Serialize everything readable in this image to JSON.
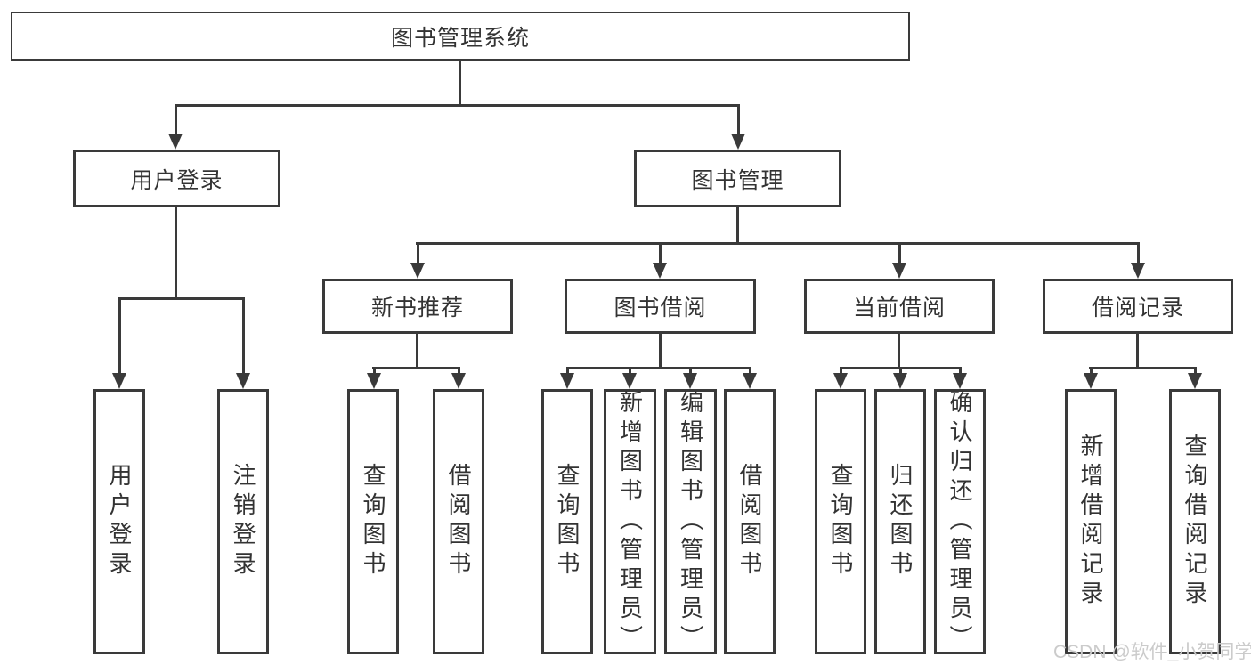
{
  "watermark": "CSDN @软件_小贺同学",
  "colors": {
    "line": "#3a3a3a",
    "text": "#333333",
    "watermark": "#cbcbcb",
    "background": "#ffffff"
  },
  "tree": {
    "root": {
      "label": "图书管理系统"
    },
    "nodes": [
      {
        "label": "用户登录",
        "children": [
          {
            "label": "用户登录"
          },
          {
            "label": "注销登录"
          }
        ]
      },
      {
        "label": "图书管理",
        "children": [
          {
            "label": "新书推荐",
            "children": [
              {
                "label": "查询图书"
              },
              {
                "label": "借阅图书"
              }
            ]
          },
          {
            "label": "图书借阅",
            "children": [
              {
                "label": "查询图书"
              },
              {
                "label": "新增图书（管理员）"
              },
              {
                "label": "编辑图书（管理员）"
              },
              {
                "label": "借阅图书"
              }
            ]
          },
          {
            "label": "当前借阅",
            "children": [
              {
                "label": "查询图书"
              },
              {
                "label": "归还图书"
              },
              {
                "label": "确认归还（管理员）"
              }
            ]
          },
          {
            "label": "借阅记录",
            "children": [
              {
                "label": "新增借阅记录"
              },
              {
                "label": "查询借阅记录"
              }
            ]
          }
        ]
      }
    ]
  }
}
